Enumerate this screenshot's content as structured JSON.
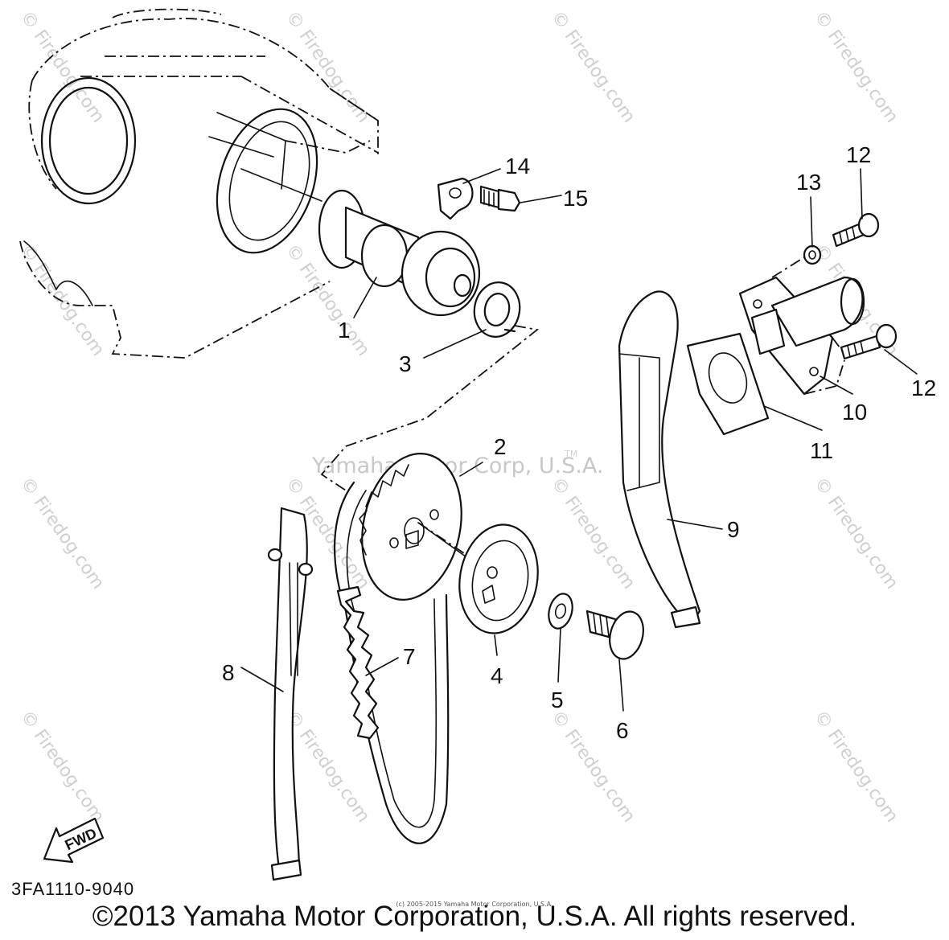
{
  "watermark": {
    "site": "© Firedog.com",
    "center": "Yamaha Motor Corp, U.S.A.",
    "tm": "TM"
  },
  "callouts": [
    "1",
    "2",
    "3",
    "4",
    "5",
    "6",
    "7",
    "8",
    "9",
    "10",
    "11",
    "12",
    "12",
    "13",
    "14",
    "15"
  ],
  "fwd_label": "FWD",
  "diagram_code": "3FA1110-9040",
  "small_copyright": "(c) 2005-2015 Yamaha Motor Corporation, U.S.A.",
  "copyright": "©2013 Yamaha Motor Corporation, U.S.A. All rights reserved."
}
